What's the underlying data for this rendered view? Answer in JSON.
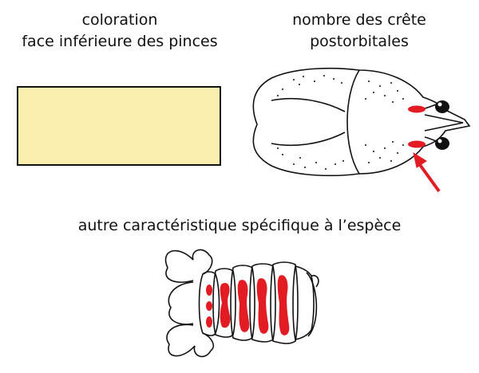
{
  "labels": {
    "coloration_line1": "coloration",
    "coloration_line2": "face inférieure des pinces",
    "crest_line1": "nombre des crête",
    "crest_line2": "postorbitales",
    "other": "autre caractéristique spécifique à l’espèce"
  },
  "colors": {
    "swatch_fill": "#fbefb0",
    "highlight": "#e31b23",
    "outline": "#111111"
  },
  "crest_count": 2
}
